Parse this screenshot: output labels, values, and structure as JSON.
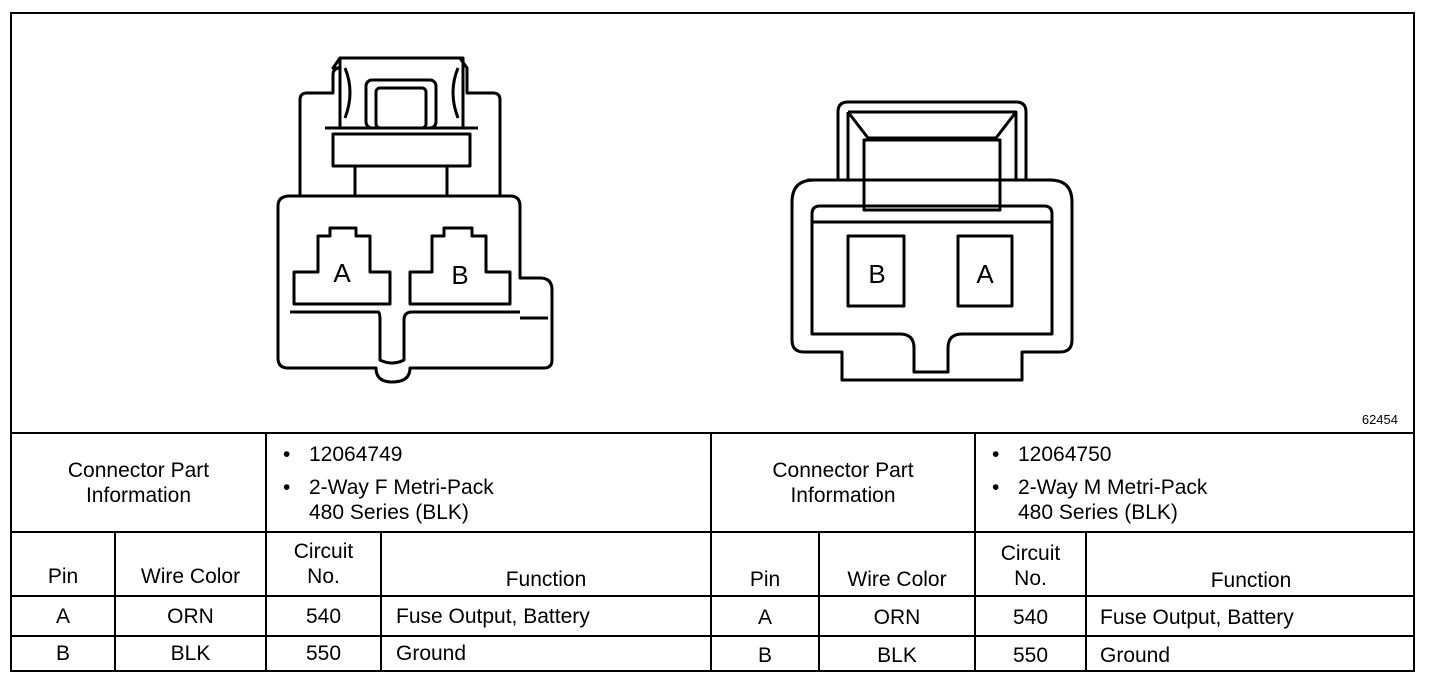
{
  "figure_id": "62454",
  "connectors": [
    {
      "side": "left",
      "part_info_label": "Connector Part Information",
      "part_number": "12064749",
      "description_line1": "2-Way F Metri-Pack",
      "description_line2": "480 Series (BLK)",
      "pin_labels": [
        "A",
        "B"
      ],
      "headers": {
        "pin": "Pin",
        "wire_color": "Wire Color",
        "circuit_l1": "Circuit",
        "circuit_l2": "No.",
        "function": "Function"
      },
      "rows": [
        {
          "pin": "A",
          "wire_color": "ORN",
          "circuit": "540",
          "function": "Fuse Output, Battery"
        },
        {
          "pin": "B",
          "wire_color": "BLK",
          "circuit": "550",
          "function": "Ground"
        }
      ]
    },
    {
      "side": "right",
      "part_info_label": "Connector Part Information",
      "part_number": "12064750",
      "description_line1": "2-Way M Metri-Pack",
      "description_line2": "480 Series (BLK)",
      "pin_labels": [
        "B",
        "A"
      ],
      "headers": {
        "pin": "Pin",
        "wire_color": "Wire Color",
        "circuit_l1": "Circuit",
        "circuit_l2": "No.",
        "function": "Function"
      },
      "rows": [
        {
          "pin": "A",
          "wire_color": "ORN",
          "circuit": "540",
          "function": "Fuse Output, Battery"
        },
        {
          "pin": "B",
          "wire_color": "BLK",
          "circuit": "550",
          "function": "Ground"
        }
      ]
    }
  ],
  "bullet_glyph": "•"
}
